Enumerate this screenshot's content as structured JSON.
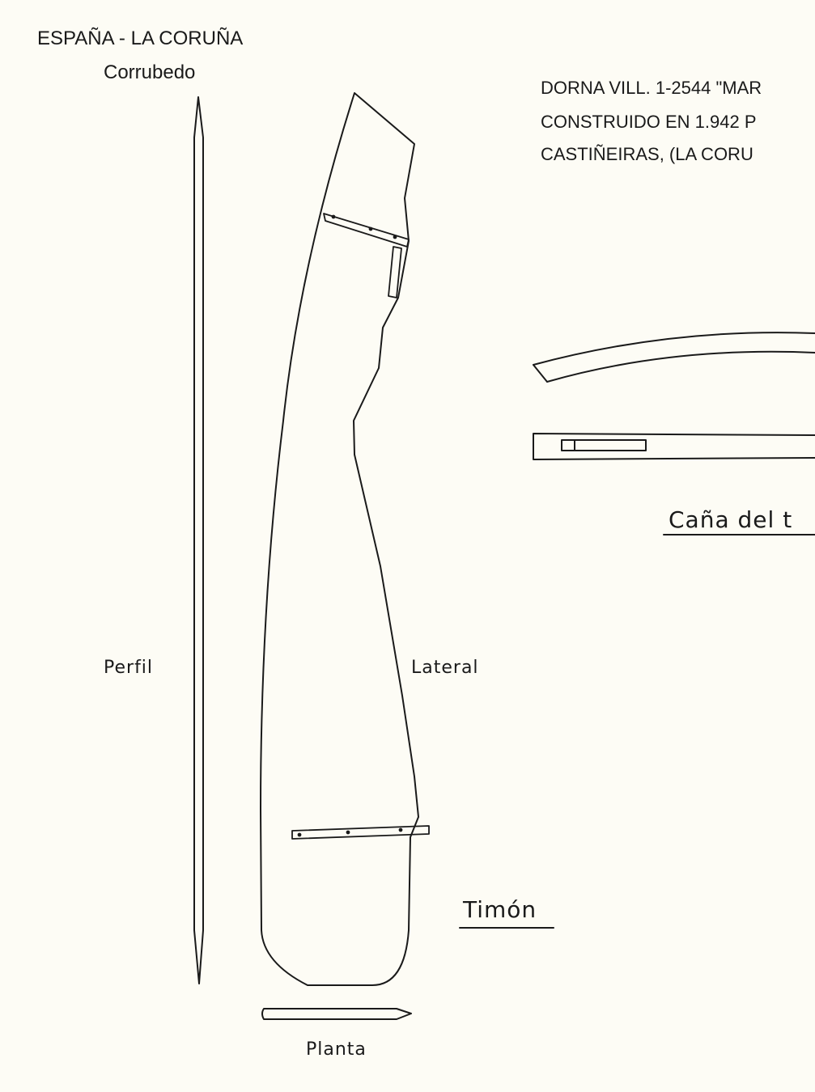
{
  "header": {
    "region": "ESPAÑA - LA CORUÑA",
    "place": "Corrubedo"
  },
  "info": {
    "line1": "DORNA VILL. 1-2544 \"MAR",
    "line2": "CONSTRUIDO EN 1.942 P",
    "line3": "CASTIÑEIRAS, (LA CORU"
  },
  "labels": {
    "perfil": "Perfil",
    "lateral": "Lateral",
    "planta": "Planta",
    "timon": "Timón",
    "cana": "Caña del t"
  },
  "colors": {
    "ink": "#1a1a1a",
    "paper": "#fdfcf5"
  }
}
